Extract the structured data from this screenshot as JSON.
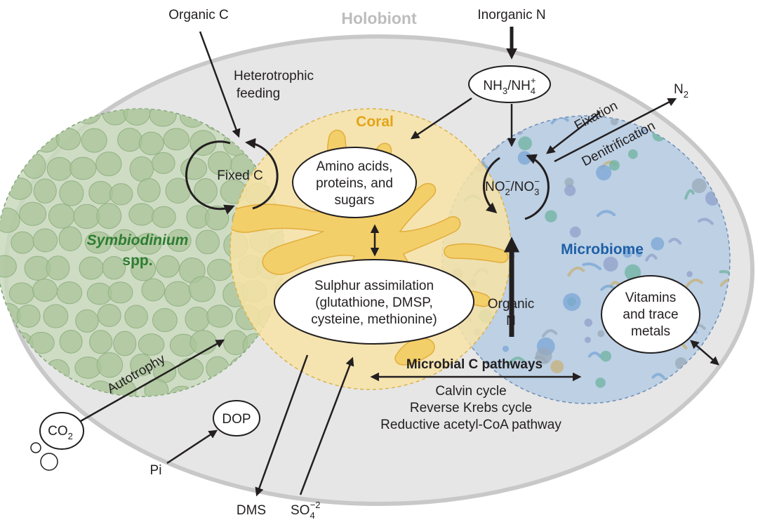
{
  "title": "Holobiont",
  "colors": {
    "holobiont_fill": "#e6e6e6",
    "holobiont_stroke": "#c8c8c8",
    "symbiodinium": "#a9c49a",
    "coral": "#f6dd8f",
    "coral_dark": "#f2c960",
    "microbiome": "#a8c3df",
    "symbiodinium_label": "#2e7d32",
    "coral_label": "#e3a417",
    "microbiome_label": "#1d5fa6"
  },
  "compartments": {
    "symbiodinium": {
      "name": "Symbiodinium",
      "suffix": "spp."
    },
    "coral": {
      "name": "Coral"
    },
    "microbiome": {
      "name": "Microbiome"
    }
  },
  "inputs": {
    "organic_c": "Organic C",
    "inorganic_n": "Inorganic N",
    "heterotrophic_line1": "Heterotrophic",
    "heterotrophic_line2": "feeding",
    "n2_main": "N",
    "n2_sub": "2",
    "fixation": "Fixation",
    "denitrification": "Denitrification",
    "autotrophy": "Autotrophy",
    "co2_main": "CO",
    "co2_sub": "2",
    "dop": "DOP",
    "pi": "Pi",
    "dms": "DMS",
    "so4_main": "SO",
    "so4_sub": "4",
    "so4_sup": "−2"
  },
  "nodes": {
    "fixed_c": "Fixed C",
    "nh3": {
      "a": "NH",
      "a_sub": "3",
      "slash": "/NH",
      "b_sub": "4",
      "b_sup": "+"
    },
    "no2": {
      "a": "NO",
      "a_sub": "2",
      "a_sup": "−",
      "slash": "/NO",
      "b_sub": "3",
      "b_sup": "−"
    },
    "amino": {
      "line1": "Amino acids,",
      "line2": "proteins, and",
      "line3": "sugars"
    },
    "sulphur": {
      "line1": "Sulphur assimilation",
      "line2": "(glutathione, DMSP,",
      "line3": "cysteine, methionine)"
    },
    "organic_n": {
      "line1": "Organic",
      "line2": "N"
    },
    "vitamins": {
      "line1": "Vitamins",
      "line2": "and trace",
      "line3": "metals"
    }
  },
  "microbial_c": {
    "title": "Microbial C pathways",
    "items": [
      "Calvin cycle",
      "Reverse Krebs cycle",
      "Reductive acetyl-CoA pathway"
    ]
  }
}
